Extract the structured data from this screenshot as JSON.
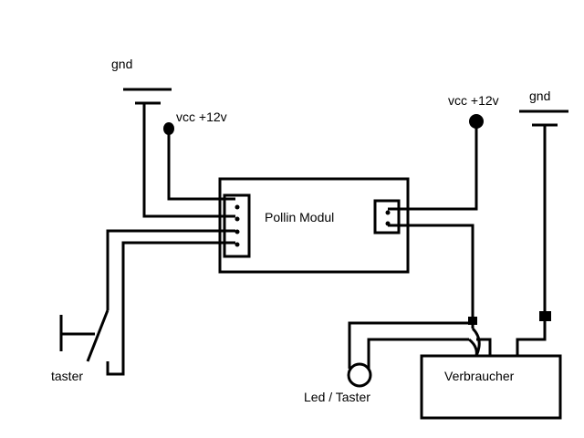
{
  "labels": {
    "gnd_left": "gnd",
    "vcc_left": "vcc +12v",
    "module": "Pollin Modul",
    "vcc_right": "vcc +12v",
    "gnd_right": "gnd",
    "taster": "taster",
    "led_taster": "Led / Taster",
    "verbraucher": "Verbraucher"
  }
}
